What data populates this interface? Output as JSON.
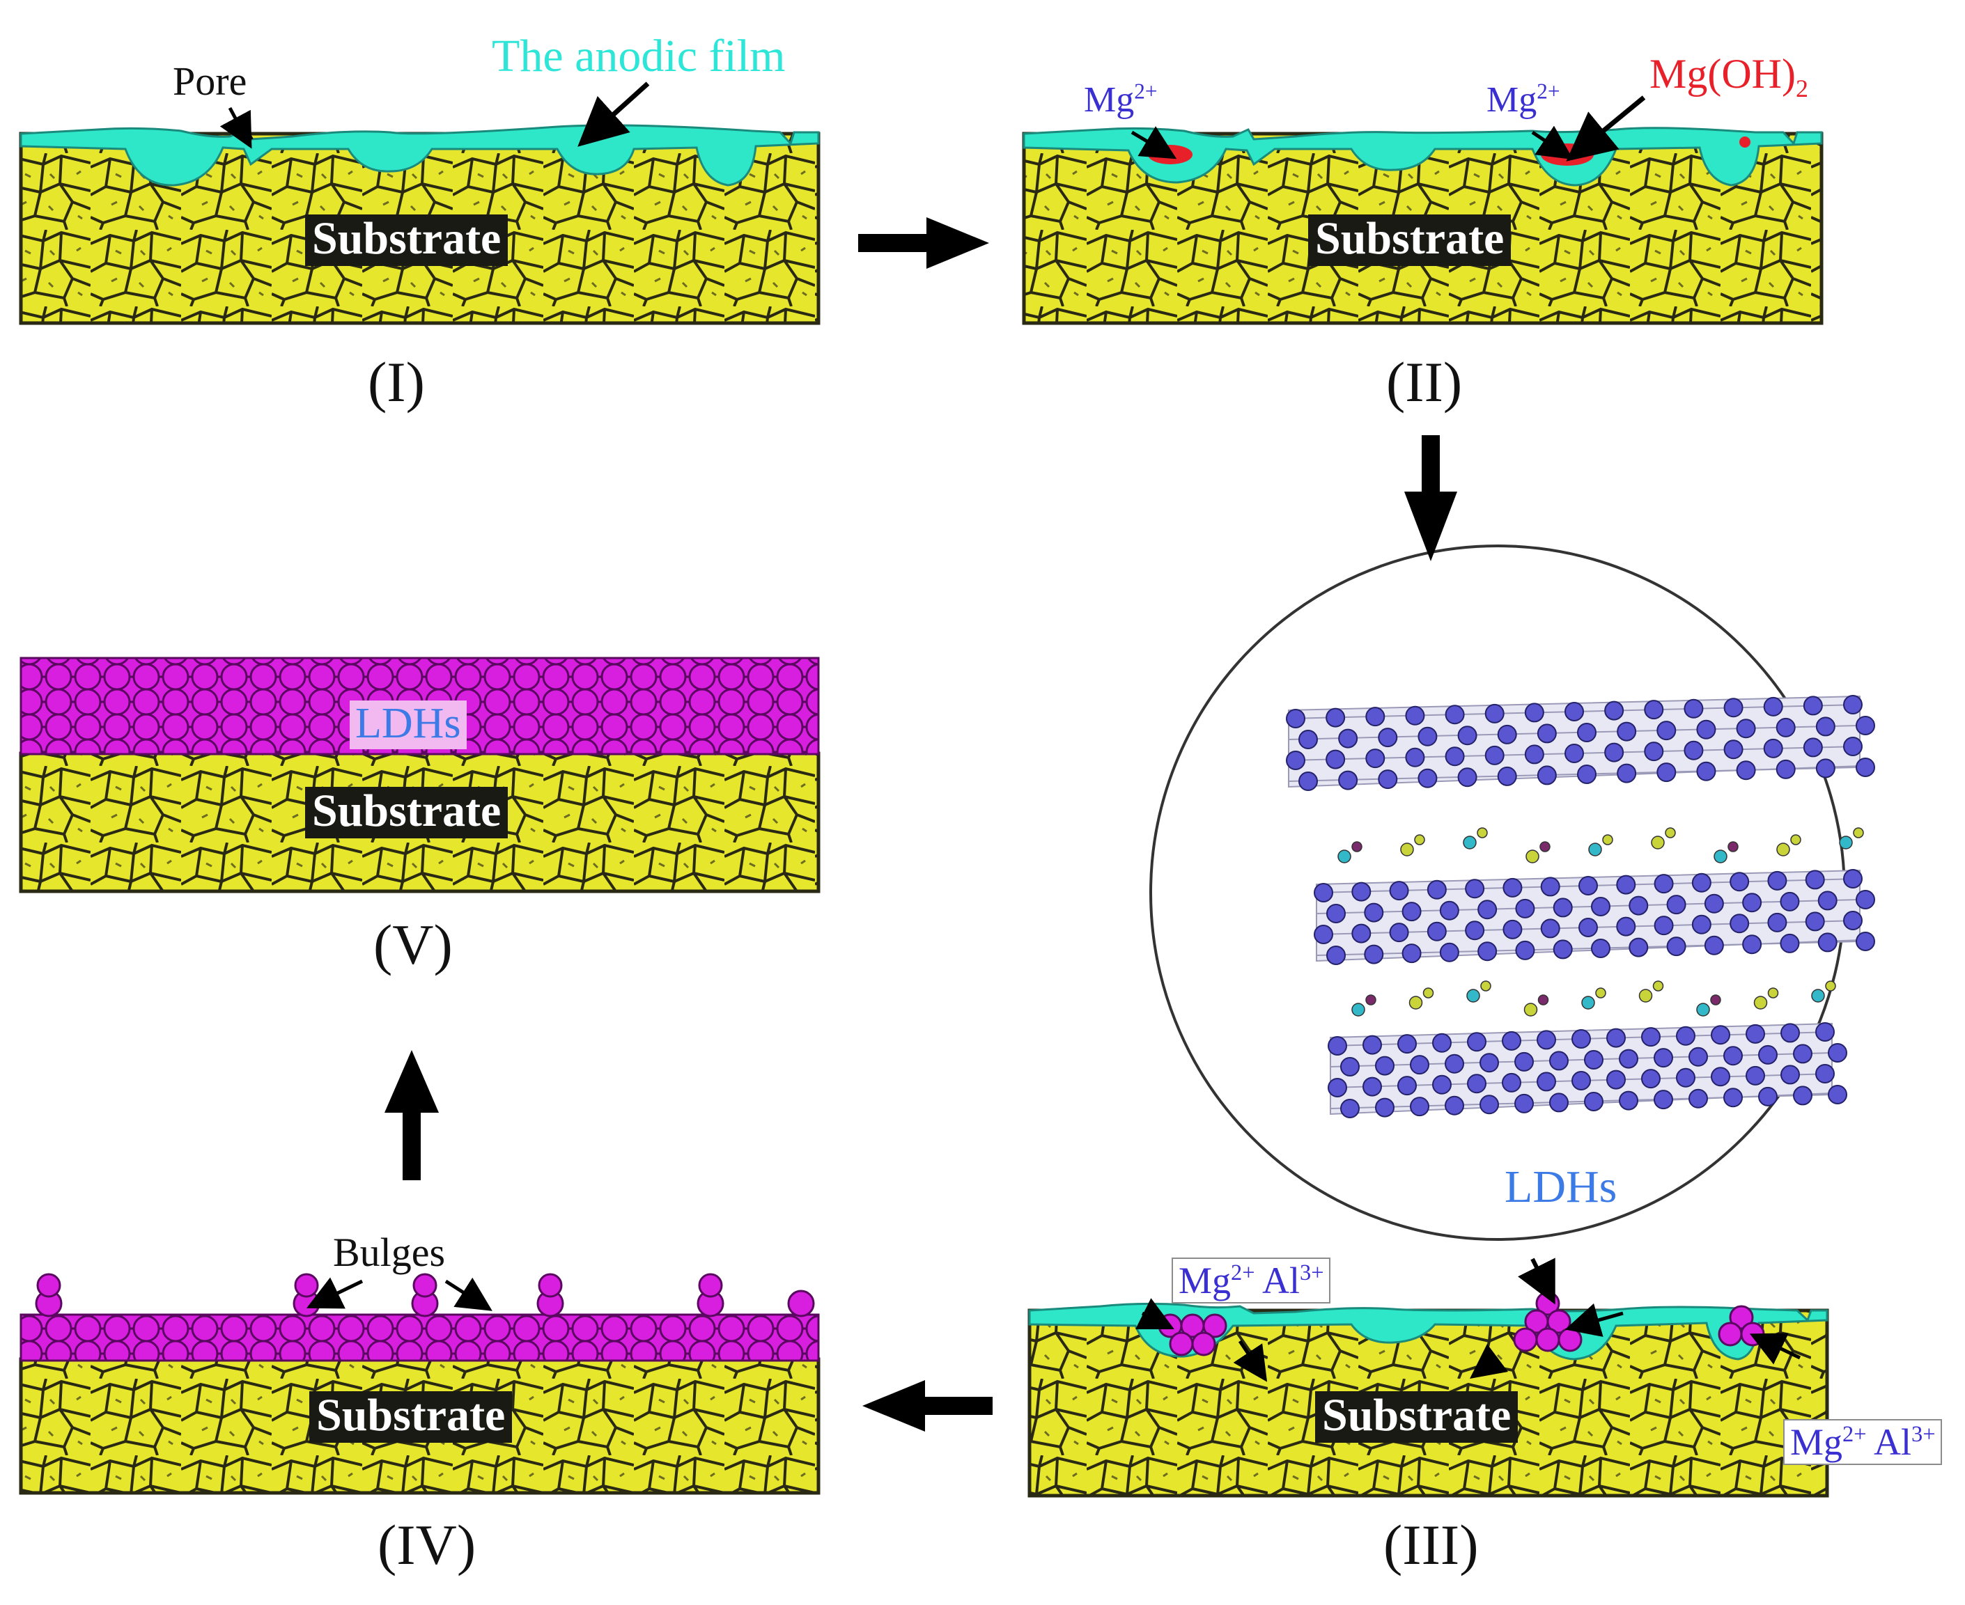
{
  "panels": {
    "I": {
      "label": "(I)",
      "substrate": "Substrate"
    },
    "II": {
      "label": "(II)",
      "substrate": "Substrate"
    },
    "III": {
      "label": "(III)",
      "substrate": "Substrate"
    },
    "IV": {
      "label": "(IV)",
      "substrate": "Substrate"
    },
    "V": {
      "label": "(V)",
      "substrate": "Substrate"
    }
  },
  "annotations": {
    "pore": "Pore",
    "anodic_film": "The anodic film",
    "mg_ion": "Mg",
    "mg_ion_charge": "2+",
    "mg_oh2": "Mg(OH)",
    "mg_oh2_sub": "2",
    "al_ion": "Al",
    "al_ion_charge": "3+",
    "ldh_circle": "LDHs",
    "ldh_layer": "LDHs",
    "bulges": "Bulges"
  },
  "colors": {
    "substrate": "#e6e62c",
    "substrate_line": "#2a2a14",
    "anodic_film": "#2ee6c8",
    "mg_oh2": "#e8202a",
    "ldh_sphere": "#d81fe0",
    "ldh_sphere_edge": "#5a0860",
    "atom": "#5a55d0",
    "arrow": "#000000"
  }
}
